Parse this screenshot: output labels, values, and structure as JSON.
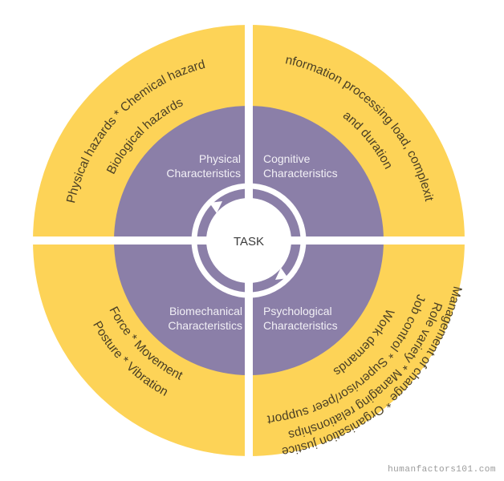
{
  "colors": {
    "outer_ring": "#fdd357",
    "inner_ring": "#8b7fa8",
    "center": "#ffffff",
    "divider": "#ffffff"
  },
  "center": {
    "label": "TASK"
  },
  "quadrants": {
    "top_left": {
      "inner_label": [
        "Physical",
        "Characteristics"
      ],
      "outer_lines": [
        "Physical hazards * Chemical hazards",
        "Biological hazards"
      ]
    },
    "top_right": {
      "inner_label": [
        "Cognitive",
        "Characteristics"
      ],
      "outer_lines": [
        "Information processing load, complexity",
        "and duration"
      ]
    },
    "bottom_left": {
      "inner_label": [
        "Biomechanical",
        "Characteristics"
      ],
      "outer_lines": [
        "Force * Movement",
        "Posture * Vibration"
      ]
    },
    "bottom_right": {
      "inner_label": [
        "Psychological",
        "Characteristics"
      ],
      "outer_lines": [
        "Work demands",
        "Job control * Supervisor/peer support",
        "Role variety * Managing relationships",
        "Management of change * Organisation justice"
      ]
    }
  },
  "credit": "humanfactors101.com"
}
